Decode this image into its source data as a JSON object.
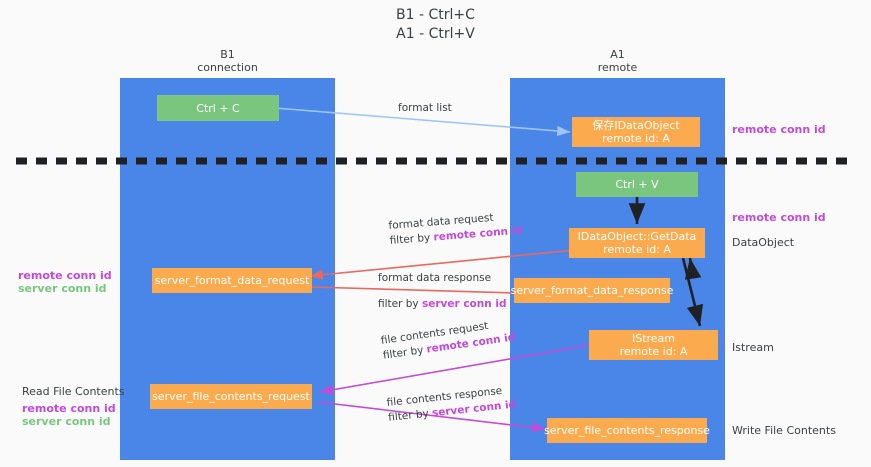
{
  "title": "B1 - Ctrl+C\nA1 - Ctrl+V",
  "lanes": [
    {
      "name": "B1",
      "caption": "B1\nconnection"
    },
    {
      "name": "A1",
      "caption": "A1\nremote"
    }
  ],
  "nodes": {
    "ctrl_c": "Ctrl + C",
    "ctrl_v": "Ctrl + V",
    "idataobject": "保存IDataObject\nremote id: A",
    "getdata": "IDataObject::GetData\nremote id: A",
    "server_format_data_request": "server_format_data_request",
    "server_format_data_response": "server_format_data_response",
    "istream": "IStream\nremote id: A",
    "server_file_contents_request": "server_file_contents_request",
    "server_file_contents_response": "server_file_contents_response"
  },
  "edges": {
    "format_list": "format list",
    "format_data_request": "format data request",
    "format_data_request_filter_prefix": "filter by ",
    "format_data_request_filter_key": "remote conn id",
    "format_data_response": "format data response",
    "format_data_response_filter_prefix": "filter by ",
    "format_data_response_filter_key": "server conn id",
    "file_contents_request": "file contents request",
    "file_contents_request_filter_prefix": "filter by ",
    "file_contents_request_filter_key": "remote conn id",
    "file_contents_response": "file contents response",
    "file_contents_response_filter_prefix": "filter by ",
    "file_contents_response_filter_key": "server conn id"
  },
  "annotations": {
    "right_remote_conn_id_top": "remote conn id",
    "right_remote_conn_id_mid": "remote conn id",
    "right_dataobject": "DataObject",
    "right_istream": "Istream",
    "right_write_file_contents": "Write File Contents",
    "left_remote_conn_id": "remote conn id",
    "left_server_conn_id": "server conn id",
    "left_read_file_contents": "Read File Contents",
    "left_remote_conn_id_2": "remote conn id",
    "left_server_conn_id_2": "server conn id"
  },
  "colors": {
    "lane": "#4a86e8",
    "green_box": "#7bc67e",
    "orange_box": "#fbab4e",
    "magenta": "#c24bd8",
    "green_text": "#7bc67e",
    "arrow_blue": "#9fc5f8",
    "arrow_red": "#e8695f",
    "arrow_magenta": "#c24bd8",
    "arrow_black": "#202124",
    "divider": "#202124",
    "background": "#fafafa"
  }
}
